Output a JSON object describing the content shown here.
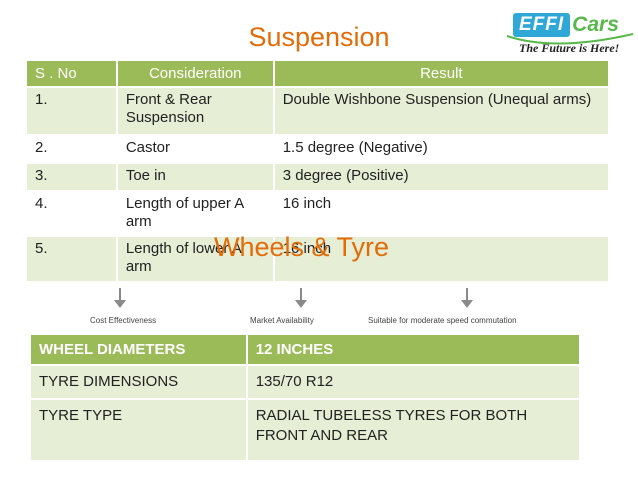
{
  "title": "Suspension",
  "subtitle": "Wheels & Tyre",
  "logo": {
    "brand_left": "EFFI",
    "brand_right": "Cars",
    "tagline": "The Future is Here!"
  },
  "suspension_table": {
    "headers": [
      "S . No",
      "Consideration",
      "Result"
    ],
    "rows": [
      {
        "no": "1.",
        "consideration": "Front & Rear Suspension",
        "result": "Double Wishbone Suspension (Unequal arms)"
      },
      {
        "no": "2.",
        "consideration": "Castor",
        "result": "1.5 degree (Negative)"
      },
      {
        "no": "3.",
        "consideration": "Toe in",
        "result": "3 degree (Positive)"
      },
      {
        "no": "4.",
        "consideration": "Length of upper A arm",
        "result": "16 inch"
      },
      {
        "no": "5.",
        "consideration": "Length of lower A arm",
        "result": "16 inch"
      }
    ]
  },
  "strip": {
    "labels": [
      "Cost Effectiveness",
      "Market Availability",
      "Suitable for moderate speed commutation"
    ]
  },
  "wheel_table": {
    "header": {
      "label": "WHEEL DIAMETERS",
      "value": "12 INCHES"
    },
    "rows": [
      {
        "label": "TYRE DIMENSIONS",
        "value": "135/70 R12"
      },
      {
        "label": "TYRE TYPE",
        "value": "RADIAL TUBELESS TYRES FOR BOTH FRONT AND REAR"
      }
    ]
  },
  "colors": {
    "accent": "#e36c09",
    "header_green": "#9bbb59",
    "row_tint": "#e6eed5",
    "logo_blue": "#2fa8d8",
    "logo_green": "#58b84a"
  }
}
